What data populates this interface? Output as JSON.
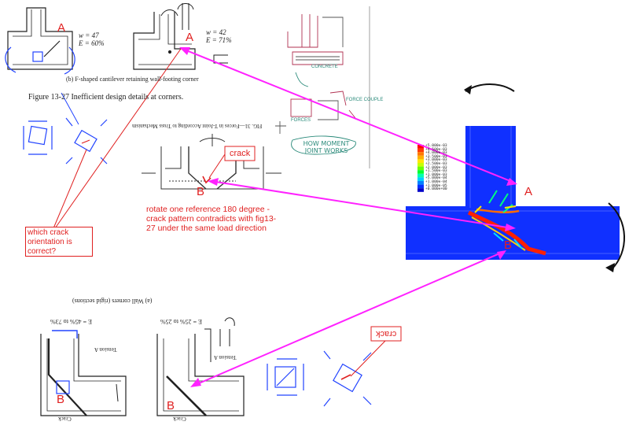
{
  "labels": {
    "a_top_left": "A",
    "a_top_mid": "A",
    "a_fem": "A",
    "b_fem": "B",
    "b_mid": "B",
    "b_bottom_left": "B",
    "b_bottom_mid": "B"
  },
  "top_left": {
    "w1": "w = 47",
    "e1": "E = 60%",
    "w2": "w = 42",
    "e2": "E = 71%",
    "caption": "(b) F-shaped cantilever retaining wall-footing corner",
    "figure_title": "Figure 13-27   Inefficient design details at corners."
  },
  "middle": {
    "fig_caption_rotated": "FIG. 31—Forces in T-Joint According to Truss Mechanism",
    "crack_box": "crack",
    "note": "rotate one reference 180 degree - crack pattern contradicts with fig13-27 under the same load direction"
  },
  "left_note": "which crack orientation is correct?",
  "sketch": {
    "handwritten": "HOW MOMENT JOINT WORKS",
    "label1": "FORCES",
    "label2": "CONCRETE",
    "label3": "FORCE COUPLE"
  },
  "legend_values": [
    "+5.000e-03",
    "+4.500e-03",
    "+4.000e-03",
    "+3.500e-03",
    "+3.000e-03",
    "+2.500e-03",
    "+2.000e-03",
    "+1.500e-03",
    "+1.000e-03",
    "+5.000e-04",
    "+1.000e-04",
    "+1.000e-05",
    "+0.000e+00"
  ],
  "legend_colors": [
    "#ff0000",
    "#ff3a00",
    "#ff7a00",
    "#ffb000",
    "#ffe600",
    "#c8ff00",
    "#6cff00",
    "#00ff30",
    "#00ffb0",
    "#00d0ff",
    "#0080ff",
    "#0030ff",
    "#0000c8"
  ],
  "bottom": {
    "e_left": "E = 45% to 73%",
    "e_right": "E = 25% to 25%",
    "tension_left": "Tension A",
    "tension_right": "Tension A",
    "crack_left": "Crack",
    "crack_right": "Crack",
    "caption_rotated": "(a) Wall corners (rigid sections)",
    "crack_box": "crack"
  },
  "colors": {
    "magenta": "#ff22ff",
    "red": "#e02020",
    "blue": "#2244ff",
    "fem_blue": "#1030ff"
  }
}
